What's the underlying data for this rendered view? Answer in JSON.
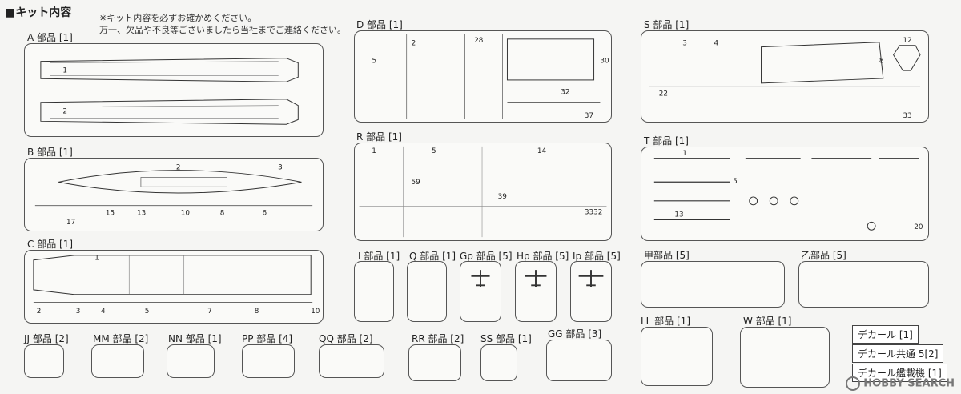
{
  "header": {
    "title": "■キット内容",
    "note_line1": "※キット内容を必ずお確かめください。",
    "note_line2": "万一、欠品や不良等ございましたら当社までご連絡ください。"
  },
  "sprues": {
    "a": "A 部品 [1]",
    "b": "B 部品 [1]",
    "c": "C 部品 [1]",
    "d": "D 部品 [1]",
    "r": "R 部品 [1]",
    "s": "S 部品 [1]",
    "t": "T 部品 [1]",
    "i": "I 部品 [1]",
    "q": "Q 部品 [1]",
    "gp": "Gp 部品 [5]",
    "hp": "Hp 部品 [5]",
    "ip": "Ip 部品 [5]",
    "kou": "甲部品 [5]",
    "otsu": "乙部品 [5]",
    "jj": "JJ 部品 [2]",
    "mm": "MM 部品 [2]",
    "nn": "NN 部品 [1]",
    "pp": "PP 部品 [4]",
    "qq": "QQ 部品 [2]",
    "rr": "RR 部品 [2]",
    "ss": "SS 部品 [1]",
    "gg": "GG 部品 [3]",
    "ll": "LL 部品 [1]",
    "w": "W 部品 [1]"
  },
  "decals": {
    "d1": "デカール [1]",
    "d2": "デカール共通 5[2]",
    "d3": "デカール艦載機 [1]"
  },
  "watermark": "HOBBY SEARCH"
}
